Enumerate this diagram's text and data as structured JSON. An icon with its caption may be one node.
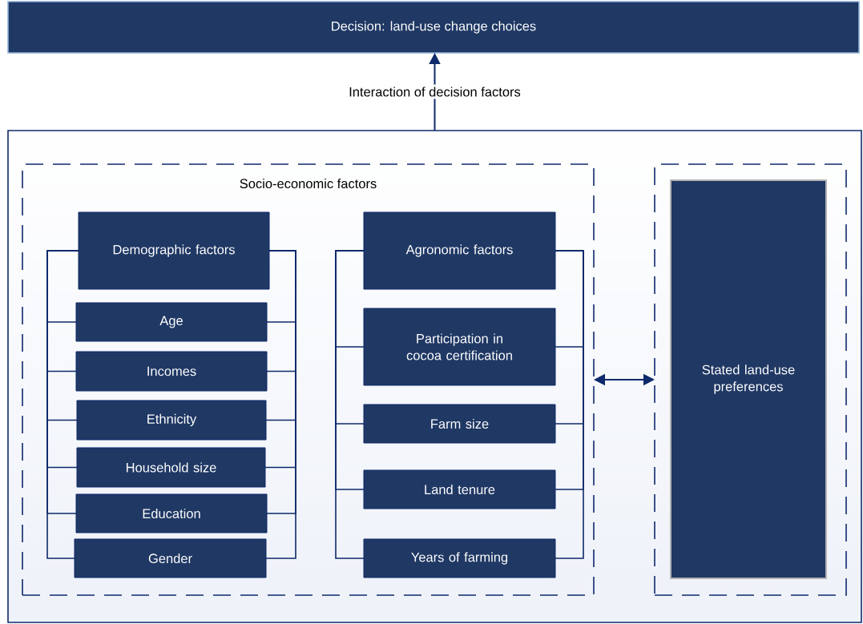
{
  "diagram": {
    "nodes": [
      {
        "text": [
          "Decision: land-use change choices"
        ]
      },
      {
        "text": [],
        "shape": "box"
      },
      {
        "text": [
          "Socio-economic factors"
        ],
        "in": 1
      },
      {
        "text": [
          "Demographic factors"
        ],
        "in": 2
      },
      {
        "text": [
          "Age"
        ],
        "in": 2
      },
      {
        "text": [
          "Incomes"
        ],
        "in": 2
      },
      {
        "text": [
          "Ethnicity"
        ],
        "in": 2
      },
      {
        "text": [
          "Household size"
        ],
        "in": 2
      },
      {
        "text": [
          "Education"
        ],
        "in": 2
      },
      {
        "text": [
          "Gender"
        ],
        "in": 2
      },
      {
        "text": [
          "Agronomic factors"
        ],
        "in": 2
      },
      {
        "text": [
          "Participation in cocoa certification"
        ],
        "in": 2
      },
      {
        "text": [
          "Farm size"
        ],
        "in": 2
      },
      {
        "text": [
          "Land tenure"
        ],
        "in": 2
      },
      {
        "text": [
          "Years of farming"
        ],
        "in": 2
      },
      {
        "text": [],
        "shape": "box",
        "in": 1
      },
      {
        "text": [
          "Stated land-use preferences"
        ],
        "in": 15
      }
    ],
    "edges": [
      {
        "from": 1,
        "to": 0,
        "arrow": "to",
        "label": "Interaction of decision factors"
      },
      {
        "from": 3,
        "to": 4,
        "arrow": "none"
      },
      {
        "from": 3,
        "to": 5,
        "arrow": "none"
      },
      {
        "from": 3,
        "to": 6,
        "arrow": "none"
      },
      {
        "from": 3,
        "to": 7,
        "arrow": "none"
      },
      {
        "from": 3,
        "to": 8,
        "arrow": "none"
      },
      {
        "from": 3,
        "to": 9,
        "arrow": "none"
      },
      {
        "from": 10,
        "to": 11,
        "arrow": "none"
      },
      {
        "from": 10,
        "to": 12,
        "arrow": "none"
      },
      {
        "from": 10,
        "to": 13,
        "arrow": "none"
      },
      {
        "from": 10,
        "to": 14,
        "arrow": "none"
      },
      {
        "from": 2,
        "to": 15,
        "arrow": "both"
      }
    ]
  }
}
